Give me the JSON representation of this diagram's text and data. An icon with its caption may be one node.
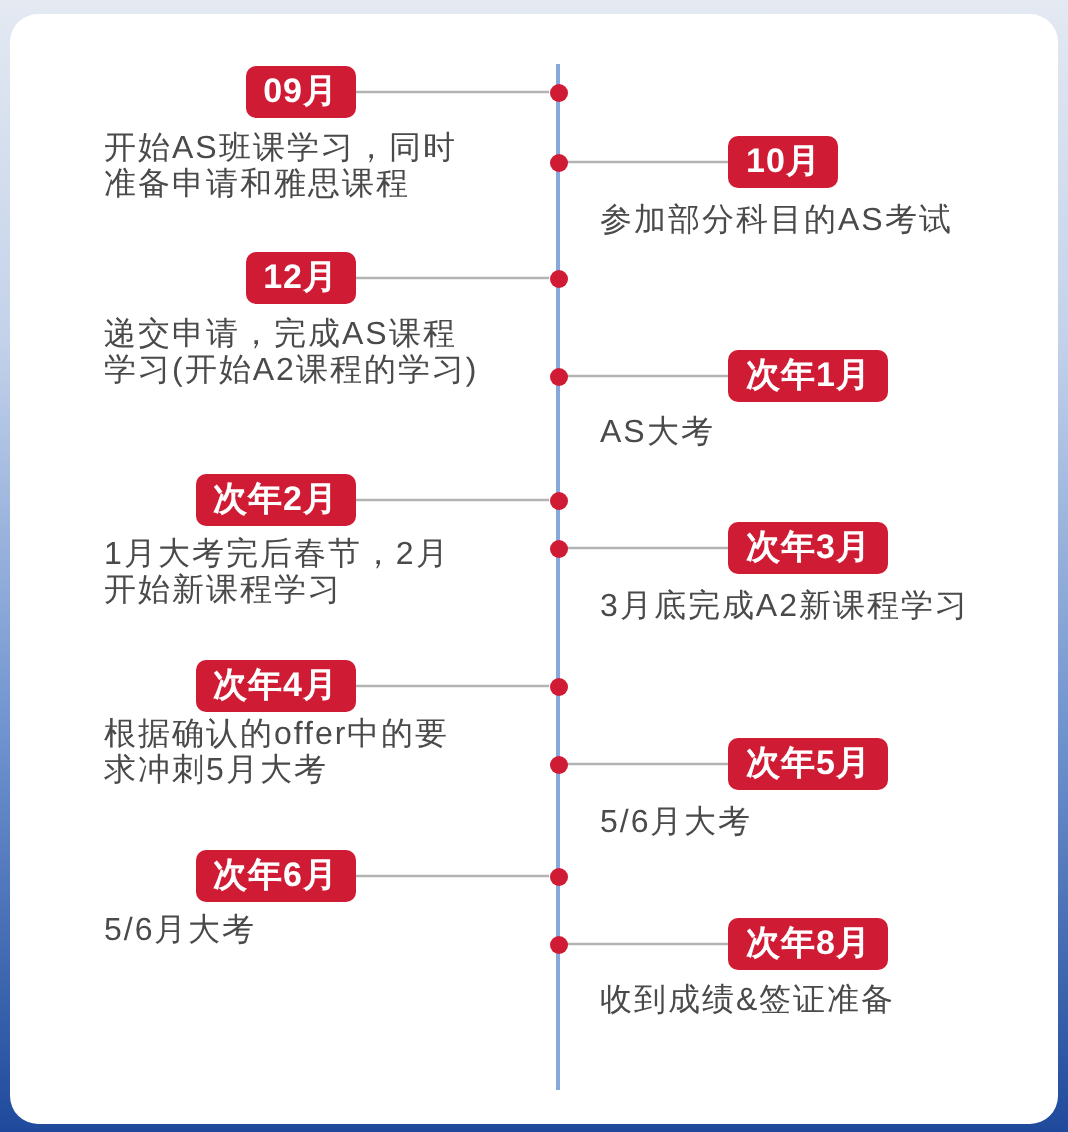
{
  "diagram": {
    "nodes": [
      {
        "text": [
          "09月"
        ],
        "beside": [
          "开始AS班课学习，同时准备申请和雅思课程"
        ]
      },
      {
        "text": [],
        "shape": "circle"
      },
      {
        "text": [
          "10月"
        ],
        "beside": [
          "参加部分科目的AS考试"
        ]
      },
      {
        "text": [],
        "shape": "circle"
      },
      {
        "text": [
          "12月"
        ],
        "beside": [
          "递交申请，完成AS课程学习(开始A2课程的学习)"
        ]
      },
      {
        "text": [],
        "shape": "circle"
      },
      {
        "text": [
          "次年1月"
        ],
        "beside": [
          "AS大考"
        ]
      },
      {
        "text": [],
        "shape": "circle"
      },
      {
        "text": [
          "次年2月"
        ],
        "beside": [
          "1月大考完后春节，2月开始新课程学习"
        ]
      },
      {
        "text": [],
        "shape": "circle"
      },
      {
        "text": [
          "次年3月"
        ],
        "beside": [
          "3月底完成A2新课程学习"
        ]
      },
      {
        "text": [],
        "shape": "circle"
      },
      {
        "text": [
          "次年4月"
        ],
        "beside": [
          "根据确认的offer中的要求冲刺5月大考"
        ]
      },
      {
        "text": [],
        "shape": "circle"
      },
      {
        "text": [
          "次年5月"
        ],
        "beside": [
          "5/6月大考"
        ]
      },
      {
        "text": [],
        "shape": "circle"
      },
      {
        "text": [
          "次年6月"
        ],
        "beside": [
          "5/6月大考"
        ]
      },
      {
        "text": [],
        "shape": "circle"
      },
      {
        "text": [
          "次年8月"
        ],
        "beside": [
          "收到成绩&签证准备"
        ]
      },
      {
        "text": [],
        "shape": "circle"
      }
    ],
    "edges": [
      {
        "from": 0,
        "to": 1,
        "arrow": "none"
      },
      {
        "from": 2,
        "to": 3,
        "arrow": "none"
      },
      {
        "from": 4,
        "to": 5,
        "arrow": "none"
      },
      {
        "from": 6,
        "to": 7,
        "arrow": "none"
      },
      {
        "from": 8,
        "to": 9,
        "arrow": "none"
      },
      {
        "from": 10,
        "to": 11,
        "arrow": "none"
      },
      {
        "from": 12,
        "to": 13,
        "arrow": "none"
      },
      {
        "from": 14,
        "to": 15,
        "arrow": "none"
      },
      {
        "from": 16,
        "to": 17,
        "arrow": "none"
      },
      {
        "from": 18,
        "to": 19,
        "arrow": "none"
      }
    ]
  }
}
